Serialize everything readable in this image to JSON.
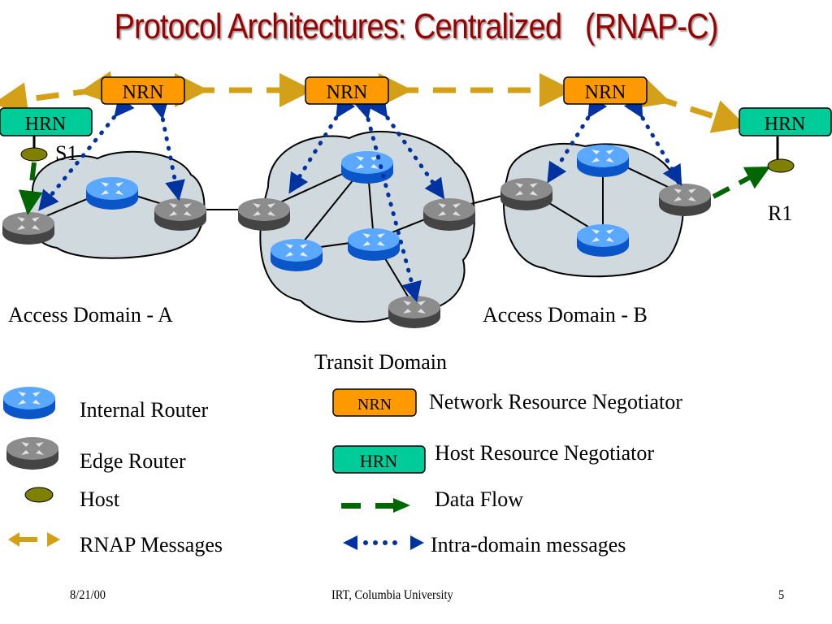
{
  "slide": {
    "title": "Protocol Architectures: Centralized   (RNAP-C)",
    "footer": {
      "date": "8/21/00",
      "center": "IRT, Columbia University",
      "page": "5"
    }
  },
  "colors": {
    "title": "#990000",
    "nrn_fill": "#FF9900",
    "hrn_fill": "#00CC99",
    "rnap_arrow": "#D4A017",
    "intra_arrow": "#0033A0",
    "data_flow": "#006600",
    "host": "#808000",
    "cloud": "#D0DADE",
    "internal_router": "#1A7DFF",
    "edge_router": "#777777"
  },
  "diagram": {
    "nodes": {
      "nrn_a": "NRN",
      "nrn_t": "NRN",
      "nrn_b": "NRN",
      "hrn_s": "HRN",
      "hrn_r": "HRN"
    },
    "hosts": {
      "sender": "S1",
      "receiver": "R1"
    },
    "domains": {
      "access_a": "Access Domain - A",
      "transit": "Transit Domain",
      "access_b": "Access Domain - B"
    }
  },
  "legend": {
    "items": [
      {
        "icon": "internal-router-icon",
        "label": "Internal Router"
      },
      {
        "icon": "edge-router-icon",
        "label": "Edge Router"
      },
      {
        "icon": "host-icon",
        "label": "Host"
      },
      {
        "icon": "rnap-arrow-icon",
        "label": "RNAP Messages"
      },
      {
        "icon": "nrn-box",
        "box_text": "NRN",
        "label": "Network Resource Negotiator"
      },
      {
        "icon": "hrn-box",
        "box_text": "HRN",
        "label": "Host Resource Negotiator"
      },
      {
        "icon": "data-flow-arrow-icon",
        "label": "Data Flow"
      },
      {
        "icon": "intra-domain-arrow-icon",
        "label": "Intra-domain messages"
      }
    ]
  }
}
